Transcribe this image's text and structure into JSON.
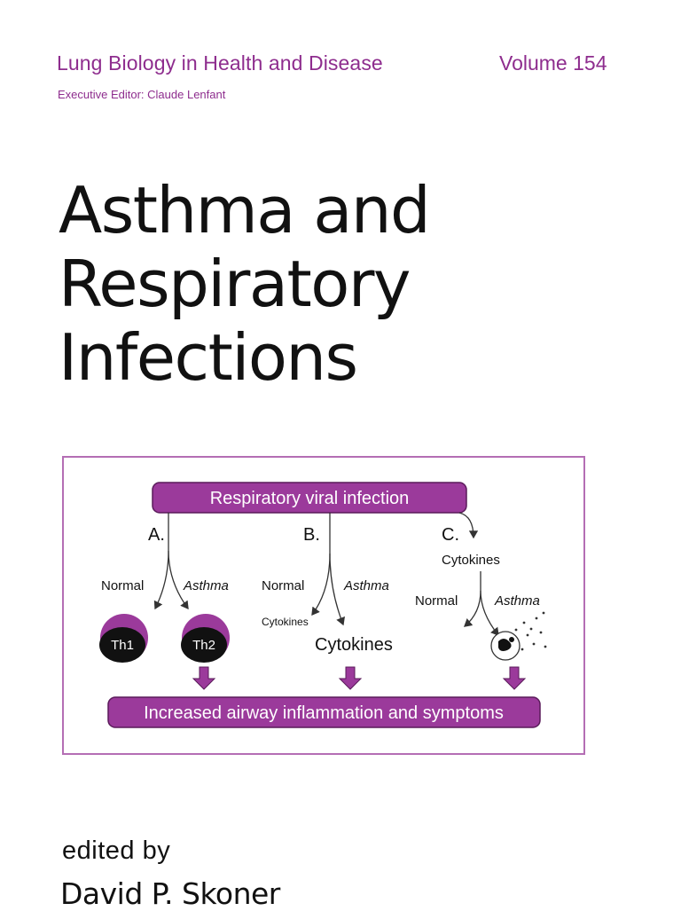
{
  "header": {
    "series": "Lung Biology in Health and Disease",
    "volume": "Volume 154",
    "editor": "Executive Editor: Claude Lenfant"
  },
  "title": {
    "line1": "Asthma and",
    "line2": "Respiratory",
    "line3": "Infections"
  },
  "diagram": {
    "top_box": "Respiratory viral infection",
    "bottom_box": "Increased airway inflammation and symptoms",
    "panel_a": {
      "label": "A.",
      "left": "Normal",
      "right": "Asthma",
      "cell_left": "Th1",
      "cell_right": "Th2"
    },
    "panel_b": {
      "label": "B.",
      "left": "Normal",
      "right": "Asthma",
      "small": "Cytokines",
      "large": "Cytokines"
    },
    "panel_c": {
      "label": "C.",
      "cytokines": "Cytokines",
      "left": "Normal",
      "right": "Asthma"
    },
    "colors": {
      "accent": "#9b3a9b",
      "border": "#b46eb4"
    }
  },
  "credits": {
    "edited_by": "edited by",
    "author": "David P. Skoner"
  }
}
